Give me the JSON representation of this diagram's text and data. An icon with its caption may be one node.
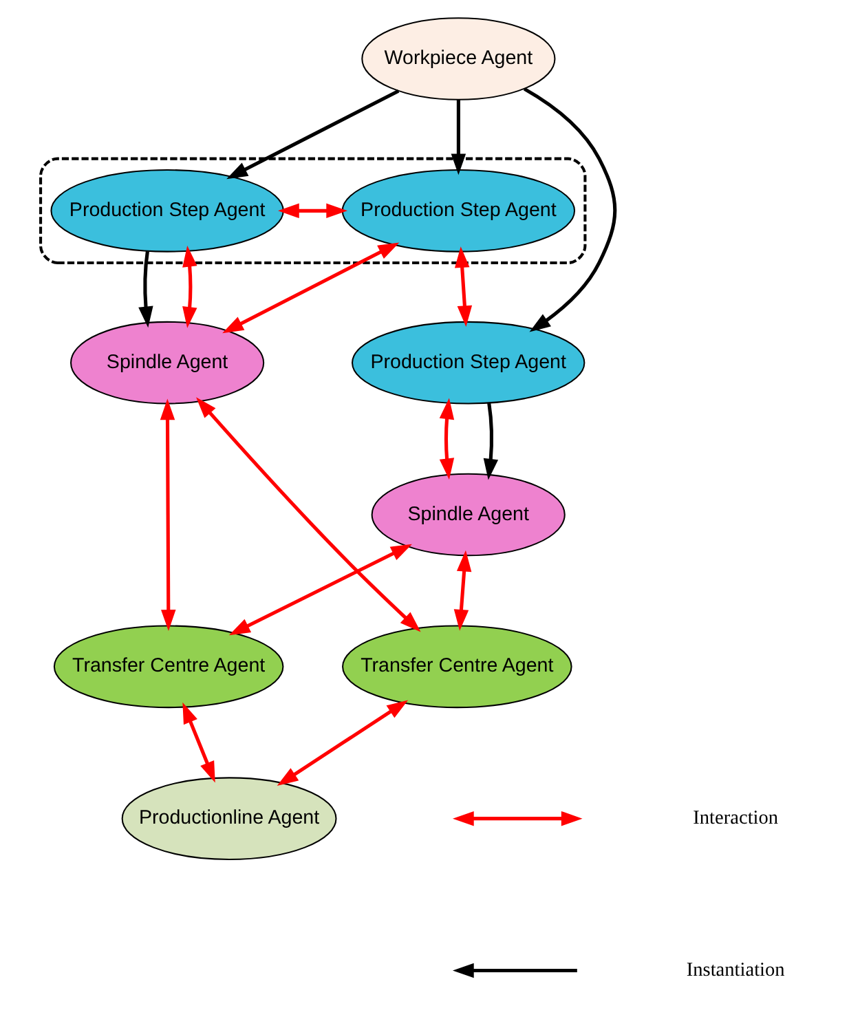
{
  "diagram": {
    "nodes": [
      {
        "text": [
          "Workpiece Agent"
        ]
      },
      {
        "text": [],
        "shape": "ellipse"
      },
      {
        "text": [
          "Production Step Agent"
        ],
        "in": 1
      },
      {
        "text": [
          "Production Step Agent"
        ],
        "in": 1
      },
      {
        "text": [
          "Production Step Agent"
        ]
      },
      {
        "text": [
          "Spindle Agent"
        ]
      },
      {
        "text": [
          "Spindle Agent"
        ]
      },
      {
        "text": [
          "Transfer Centre Agent"
        ]
      },
      {
        "text": [
          "Transfer Centre Agent"
        ]
      },
      {
        "text": [
          "Productionline Agent"
        ]
      }
    ],
    "edges": [
      {
        "from": 0,
        "to": 2,
        "arrow": "to",
        "color": "#000000"
      },
      {
        "from": 0,
        "to": 3,
        "arrow": "to",
        "color": "#000000"
      },
      {
        "from": 0,
        "to": 4,
        "arrow": "to",
        "color": "#000000"
      },
      {
        "from": 2,
        "to": 3,
        "arrow": "both"
      },
      {
        "from": 3,
        "to": 4,
        "arrow": "both"
      },
      {
        "from": 2,
        "to": 5,
        "arrow": "to",
        "color": "#000000"
      },
      {
        "from": 2,
        "to": 5,
        "arrow": "both"
      },
      {
        "from": 3,
        "to": 5,
        "arrow": "both"
      },
      {
        "from": 4,
        "to": 6,
        "arrow": "both"
      },
      {
        "from": 4,
        "to": 6,
        "arrow": "to",
        "color": "#000000"
      },
      {
        "from": 5,
        "to": 7,
        "arrow": "both"
      },
      {
        "from": 5,
        "to": 8,
        "arrow": "both"
      },
      {
        "from": 6,
        "to": 7,
        "arrow": "both"
      },
      {
        "from": 6,
        "to": 8,
        "arrow": "both"
      },
      {
        "from": 7,
        "to": 9,
        "arrow": "both"
      },
      {
        "from": 8,
        "to": 9,
        "arrow": "both"
      }
    ],
    "legend": [
      {
        "text": "Interaction"
      },
      {
        "text": "Instantiation"
      }
    ]
  }
}
